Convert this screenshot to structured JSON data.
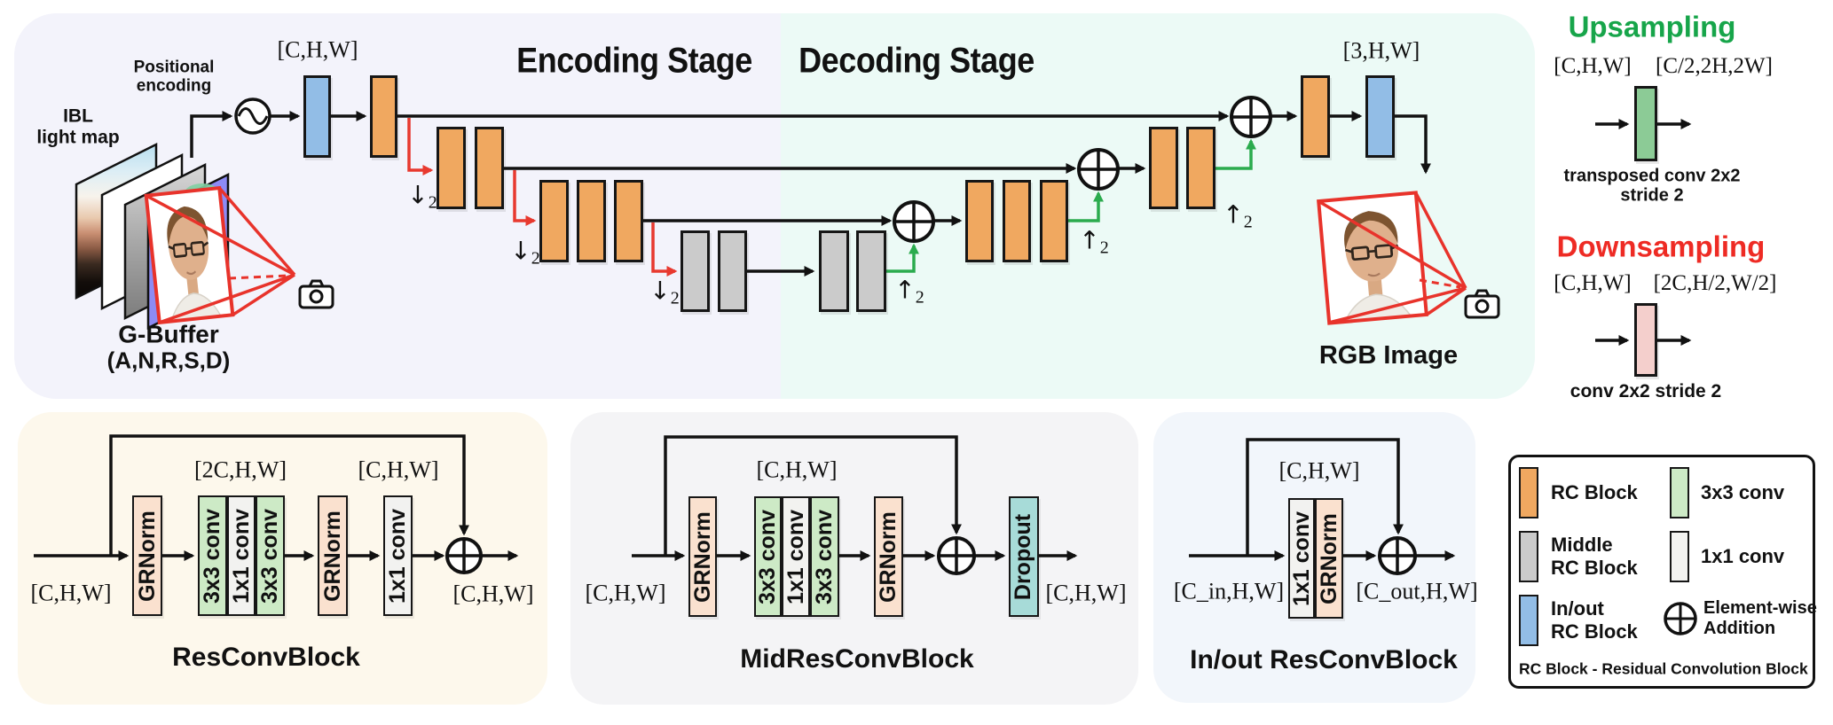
{
  "colors": {
    "rc_block_orange": "#f0a860",
    "middle_rc_gray": "#cbcbcb",
    "inout_rc_blue": "#92bde6",
    "conv3_green": "#cdeac6",
    "conv1_white": "#f2f2f0",
    "grnorm_peach": "#fae1cf",
    "dropout_teal": "#a7dbd8",
    "upsample_green_block": "#8ccb96",
    "downsample_pink_block": "#f4cfcc",
    "arrow_red": "#e8392f",
    "arrow_green": "#2bab4e",
    "frustum_red": "#e8332b",
    "upsampling_title_green": "#17a54a",
    "downsampling_title_red": "#ee2b24",
    "encoding_bg": "#f3f3fb",
    "decoding_bg": "#ecfaf6",
    "res_panel_bg": "#fdf8ec",
    "mid_panel_bg": "#f4f4f6",
    "inout_panel_bg": "#f2f6fb"
  },
  "unet": {
    "encoding_title": "Encoding Stage",
    "decoding_title": "Decoding Stage",
    "input_dim": "[C,H,W]",
    "output_dim": "[3,H,W]",
    "positional_encoding": "Positional\nencoding",
    "ibl": "IBL\nlight map",
    "gbuffer": "G-Buffer",
    "gbuffer_channels": "(A,N,R,S,D)",
    "rgb_image": "RGB Image",
    "down_arrow": "↓",
    "up_arrow": "↑",
    "scale_factor": "2"
  },
  "sampling": {
    "up_title": "Upsampling",
    "up_in": "[C,H,W]",
    "up_out": "[C/2,2H,2W]",
    "up_desc": "transposed conv 2x2\nstride 2",
    "down_title": "Downsampling",
    "down_in": "[C,H,W]",
    "down_out": "[2C,H/2,W/2]",
    "down_desc": "conv 2x2 stride 2"
  },
  "ops": {
    "grnorm": "GRNorm",
    "conv3": "3x3 conv",
    "conv1": "1x1 conv",
    "dropout": "Dropout"
  },
  "resblock": {
    "title": "ResConvBlock",
    "in": "[C,H,W]",
    "mid": "[2C,H,W]",
    "conv": "[C,H,W]",
    "out": "[C,H,W]"
  },
  "midblock": {
    "title": "MidResConvBlock",
    "in": "[C,H,W]",
    "mid": "[C,H,W]",
    "out": "[C,H,W]"
  },
  "inoutblock": {
    "title": "In/out ResConvBlock",
    "in": "[C_in,H,W]",
    "mid": "[C,H,W]",
    "out": "[C_out,H,W]"
  },
  "legend": {
    "rc": "RC Block",
    "middle": "Middle\nRC Block",
    "inout": "In/out\nRC Block",
    "conv3": "3x3 conv",
    "conv1": "1x1 conv",
    "addition": "Element-wise\nAddition",
    "footnote": "RC Block - Residual Convolution Block"
  }
}
